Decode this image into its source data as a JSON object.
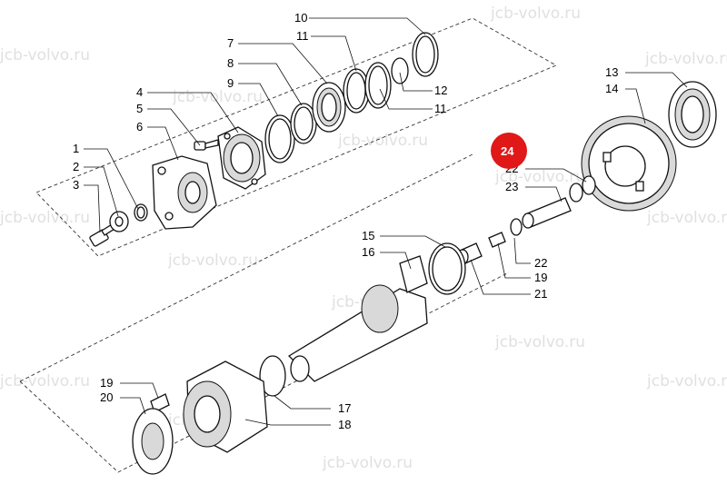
{
  "watermark": "jcb-volvo.ru",
  "callouts": {
    "c1": "1",
    "c2": "2",
    "c3": "3",
    "c4": "4",
    "c5": "5",
    "c6": "6",
    "c7": "7",
    "c8": "8",
    "c9": "9",
    "c10": "10",
    "c11a": "11",
    "c11b": "11",
    "c12": "12",
    "c13": "13",
    "c14": "14",
    "c15": "15",
    "c16": "16",
    "c17": "17",
    "c18": "18",
    "c19a": "19",
    "c19b": "19",
    "c20": "20",
    "c21": "21",
    "c22a": "22",
    "c22b": "22",
    "c23": "23"
  },
  "highlight": {
    "label": "24",
    "color": "#e01818"
  }
}
